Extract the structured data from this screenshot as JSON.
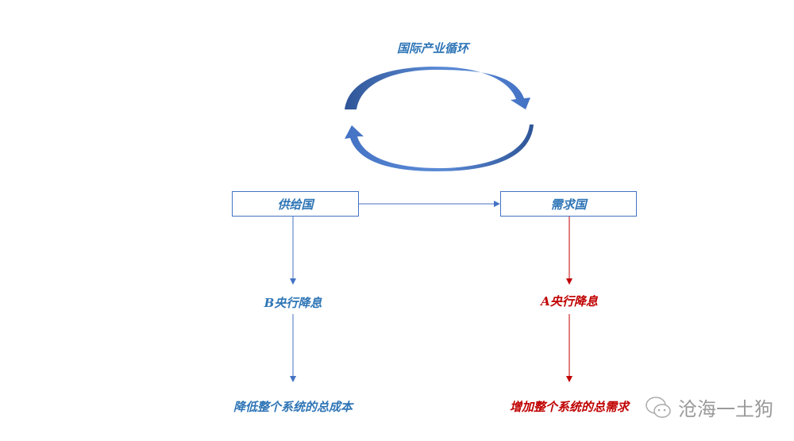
{
  "cycle_title": "国际产业循环",
  "supply_country": "供给国",
  "demand_country": "需求国",
  "left_branch": {
    "step": "B央行降息",
    "result": "降低整个系统的总成本"
  },
  "right_branch": {
    "step": "A央行降息",
    "result": "增加整个系统的总需求"
  },
  "watermark": "沧海一土狗",
  "colors": {
    "blue": "#4472c4",
    "text_blue": "#2e75b6",
    "red": "#c00000"
  }
}
